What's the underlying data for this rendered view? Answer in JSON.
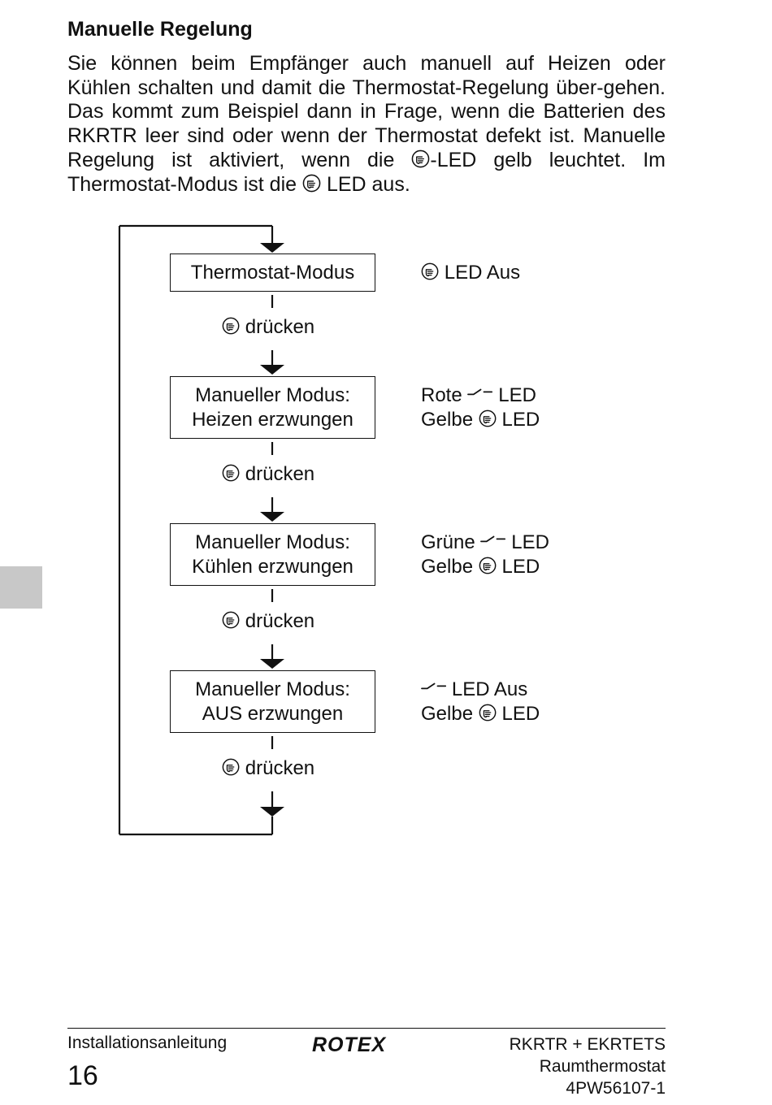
{
  "section": {
    "heading": "Manuelle Regelung",
    "intro": {
      "part1": "Sie können beim Empfänger auch manuell auf Heizen oder Kühlen schalten und damit die Thermostat-Regelung über-gehen. Das kommt zum Beispiel dann in Frage, wenn die Batterien des RKRTR leer sind oder wenn der Thermostat defekt ist. Manuelle Regelung ist aktiviert, wenn die ",
      "part2": "-LED gelb leuchtet. Im Thermostat-Modus ist die ",
      "part3": " LED aus."
    }
  },
  "diagram": {
    "press_label": "drücken",
    "states": [
      {
        "box": [
          "Thermostat-Modus"
        ],
        "led": [
          {
            "icon": "hand-icon",
            "text": "LED Aus"
          }
        ]
      },
      {
        "box": [
          "Manueller Modus:",
          "Heizen erzwungen"
        ],
        "led": [
          {
            "pre": "Rote",
            "icon": "switch-icon",
            "text": "LED"
          },
          {
            "pre": "Gelbe",
            "icon": "hand-icon",
            "text": "LED"
          }
        ]
      },
      {
        "box": [
          "Manueller Modus:",
          "Kühlen erzwungen"
        ],
        "led": [
          {
            "pre": "Grüne",
            "icon": "switch-icon",
            "text": "LED"
          },
          {
            "pre": "Gelbe",
            "icon": "hand-icon",
            "text": "LED"
          }
        ]
      },
      {
        "box": [
          "Manueller Modus:",
          "AUS erzwungen"
        ],
        "led": [
          {
            "icon": "switch-icon",
            "text": "LED Aus"
          },
          {
            "pre": "Gelbe",
            "icon": "hand-icon",
            "text": "LED"
          }
        ]
      }
    ]
  },
  "footer": {
    "doc_type": "Installationsanleitung",
    "page_number": "16",
    "brand": "ROTEX",
    "product_line1": "RKRTR + EKRTETS",
    "product_line2": "Raumthermostat",
    "doc_number": "4PW56107-1"
  }
}
